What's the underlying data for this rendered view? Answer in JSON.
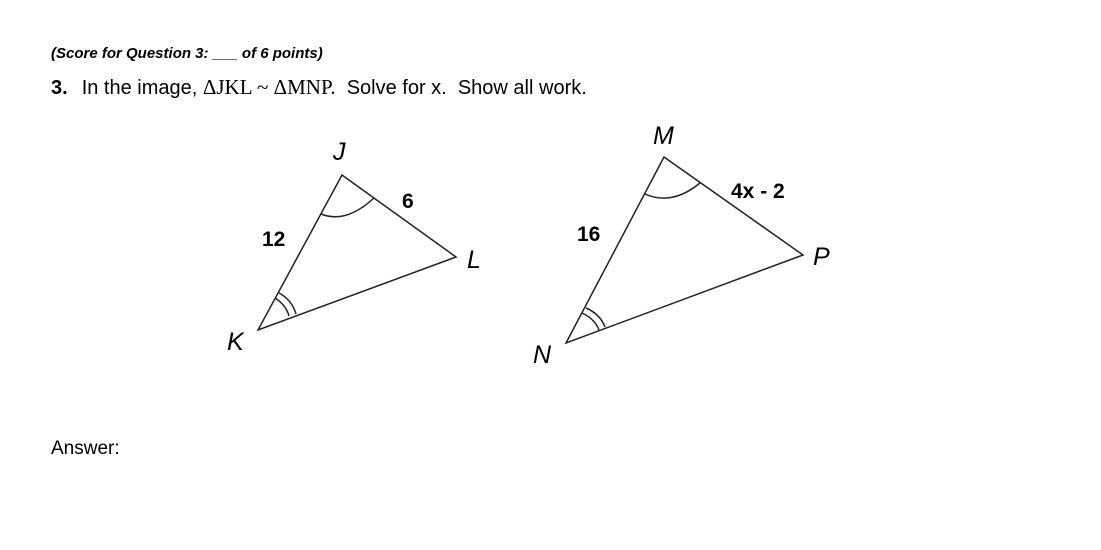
{
  "header": {
    "score_prefix": "(Score for Question 3: ",
    "score_blank": "___",
    "score_suffix": " of 6 points)"
  },
  "question": {
    "number": "3.",
    "text_before": "In the image, ",
    "similarity": "ΔJKL ~ ΔMNP.",
    "text_after": "  Solve for x.  Show all work."
  },
  "figure": {
    "triangle_1": {
      "vertices": {
        "J": "J",
        "K": "K",
        "L": "L"
      },
      "sides": {
        "JK": "12",
        "JL": "6"
      }
    },
    "triangle_2": {
      "vertices": {
        "M": "M",
        "N": "N",
        "P": "P"
      },
      "sides": {
        "MN": "16",
        "MP": "4x - 2"
      }
    }
  },
  "answer": {
    "label": "Answer:"
  }
}
